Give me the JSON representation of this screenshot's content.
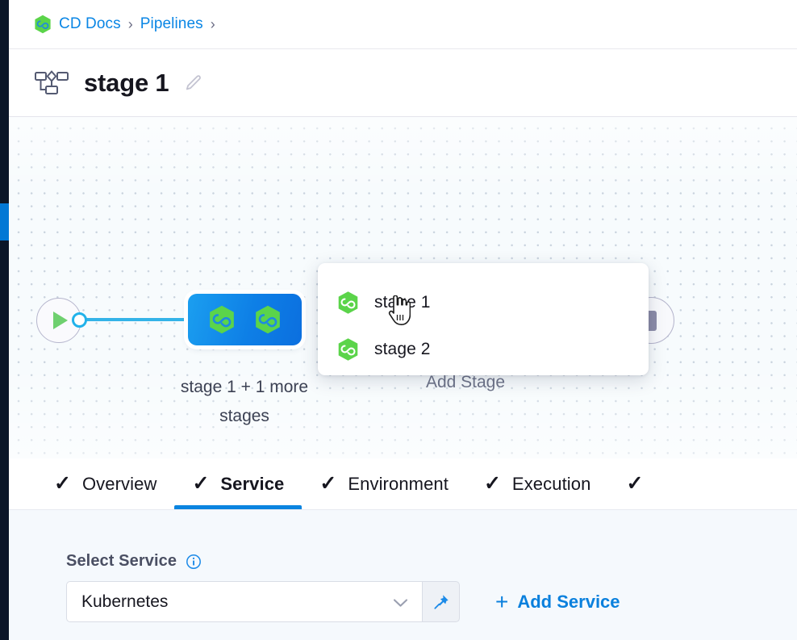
{
  "breadcrumb": {
    "logo_icon": "harness-hexagon-icon",
    "items": [
      {
        "label": "CD Docs",
        "sep": "›"
      },
      {
        "label": "Pipelines",
        "sep": "›"
      }
    ]
  },
  "header": {
    "icon": "pipeline-stage-icon",
    "title": "stage 1",
    "edit_icon": "pencil-icon"
  },
  "canvas": {
    "start_node": {
      "icon": "play-icon"
    },
    "stage_group": {
      "label": "stage 1 + 1 more stages",
      "icons": [
        "harness-hexagon-icon",
        "harness-hexagon-icon"
      ]
    },
    "add_stage": {
      "label": "Add Stage"
    },
    "cursor": "pointer-hand-cursor"
  },
  "stage_popup": {
    "items": [
      {
        "icon": "harness-hexagon-icon",
        "label": "stage 1"
      },
      {
        "icon": "harness-hexagon-icon",
        "label": "stage 2"
      }
    ]
  },
  "tabs": {
    "check_glyph": "✓",
    "items": [
      {
        "label": "Overview",
        "active": false
      },
      {
        "label": "Service",
        "active": true
      },
      {
        "label": "Environment",
        "active": false
      },
      {
        "label": "Execution",
        "active": false
      },
      {
        "label": "",
        "active": false
      }
    ]
  },
  "form": {
    "select_service": {
      "label": "Select Service",
      "info_icon": "info-icon",
      "value": "Kubernetes",
      "chevron_icon": "chevron-down-icon",
      "pin_icon": "pin-icon"
    },
    "add_service": {
      "plus": "+",
      "label": "Add Service"
    }
  },
  "colors": {
    "accent_blue": "#0a84e0",
    "link_blue": "#0a86e5",
    "node_blue": "#0e7fe6",
    "hex_green": "#5bd44a",
    "rail_dark": "#0b1628",
    "canvas_bg": "#f7fbfd",
    "panel_bg": "#f5f9fd"
  }
}
